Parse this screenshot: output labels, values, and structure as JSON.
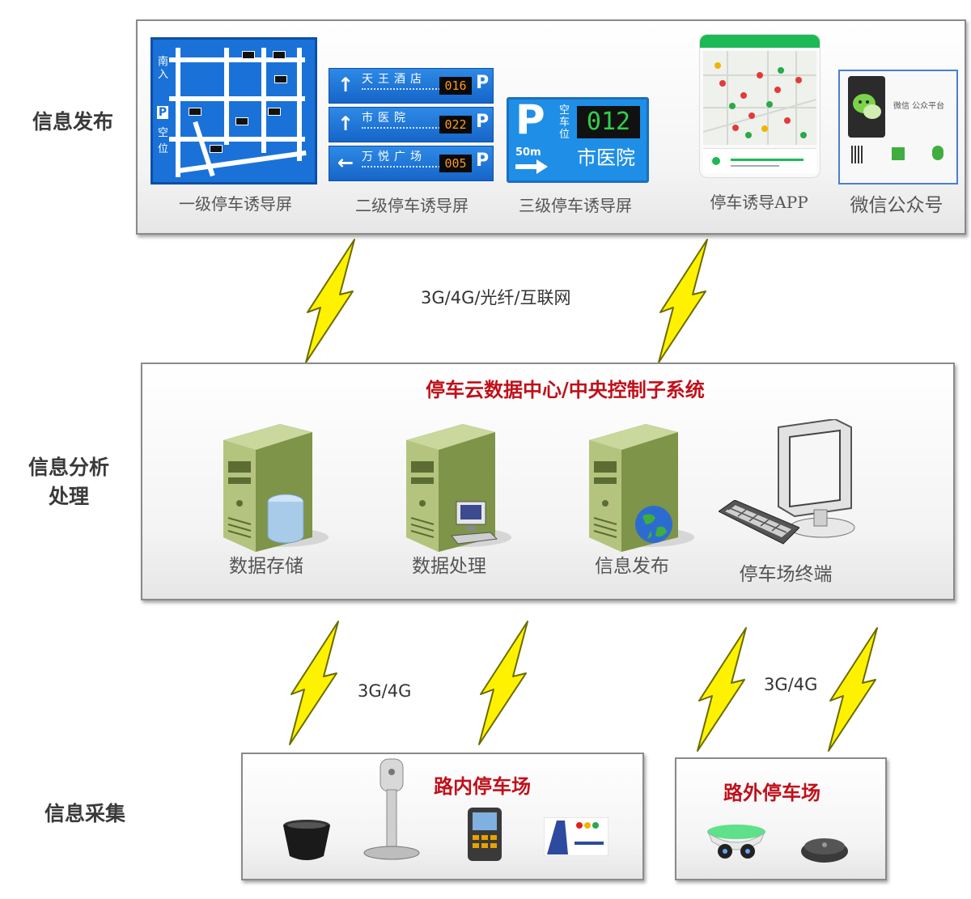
{
  "layers": {
    "publish": "信息发布",
    "analysis_line1": "信息分析",
    "analysis_line2": "处理",
    "collect": "信息采集"
  },
  "publish_panel": {
    "level1": {
      "caption": "一级停车诱导屏",
      "map_text_1": "南入",
      "map_text_2": "P",
      "map_text_3": "空",
      "map_text_4": "位"
    },
    "level2": {
      "caption": "二级停车诱导屏",
      "rows": [
        {
          "arrow": "↑",
          "name": "天王酒店",
          "value": "016",
          "p": "P"
        },
        {
          "arrow": "↑",
          "name": "市医院",
          "value": "022",
          "p": "P"
        },
        {
          "arrow": "←",
          "name": "万悦广场",
          "value": "005",
          "p": "P"
        }
      ]
    },
    "level3": {
      "caption": "三级停车诱导屏",
      "p": "P",
      "vacant_1": "空",
      "vacant_2": "车",
      "vacant_3": "位",
      "count": "012",
      "dest": "市医院",
      "distance": "50m"
    },
    "app": {
      "caption": "停车诱导APP"
    },
    "wechat": {
      "caption": "微信公众号",
      "account_text": "微信 公众平台"
    }
  },
  "network": {
    "top": "3G/4G/光纤/互联网",
    "bottom_left": "3G/4G",
    "bottom_right": "3G/4G"
  },
  "center_panel": {
    "title": "停车云数据中心/中央控制子系统",
    "nodes": [
      {
        "label": "数据存储",
        "badge_icon": "database-icon"
      },
      {
        "label": "数据处理",
        "badge_icon": "computer-icon"
      },
      {
        "label": "信息发布",
        "badge_icon": "globe-icon"
      },
      {
        "label": "停车场终端",
        "badge_icon": "monitor-keyboard-icon"
      }
    ]
  },
  "onroad_panel": {
    "title": "路内停车场"
  },
  "offroad_panel": {
    "title": "路外停车场"
  },
  "colors": {
    "accent_red": "#c0101a",
    "server_green": "#9aae63",
    "sign_blue": "#1a72d8",
    "bolt_yellow": "#fff200"
  }
}
